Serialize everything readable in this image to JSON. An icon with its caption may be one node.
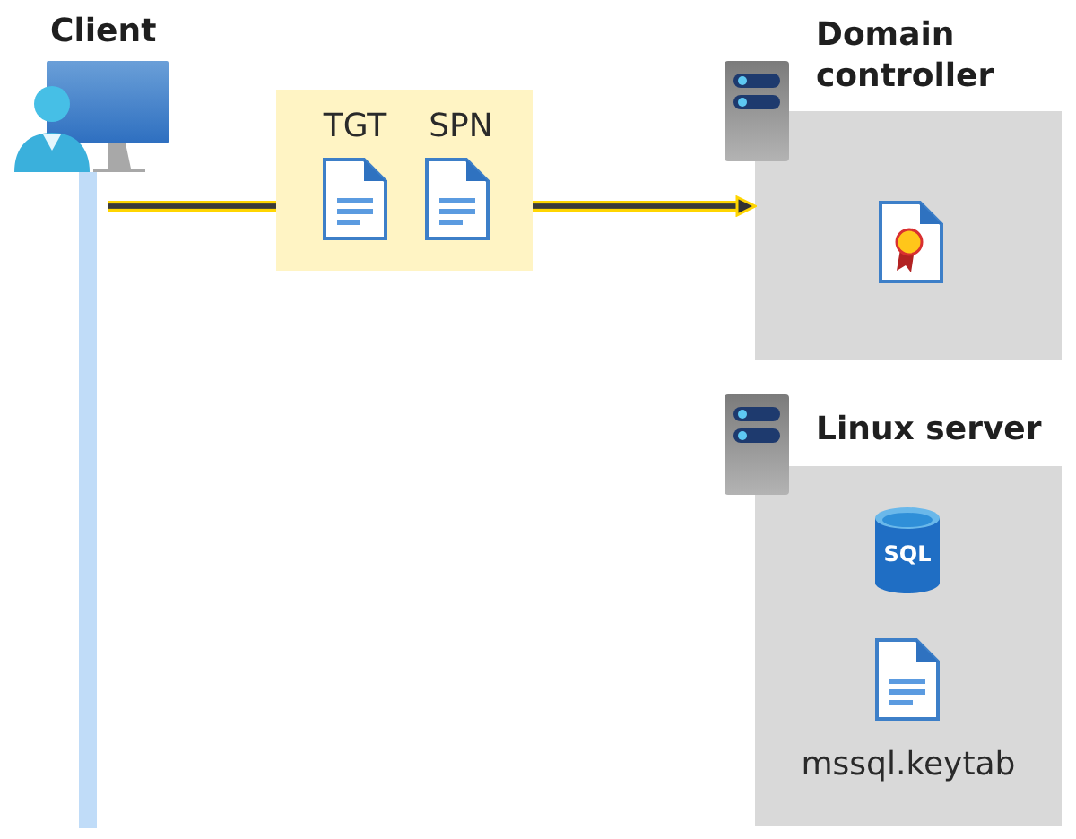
{
  "diagram": {
    "nodes": [
      {
        "text": [
          "Client"
        ]
      },
      {
        "text": [
          "TGT",
          "SPN"
        ]
      },
      {
        "text": [
          "Domain controller"
        ]
      },
      {
        "text": [
          "Linux server"
        ]
      },
      {
        "text": [
          "SQL"
        ],
        "in": 3
      }
    ],
    "edges": [
      {
        "from": 0,
        "to": 1,
        "arrow": "none"
      },
      {
        "from": 1,
        "to": 2,
        "arrow": "to"
      }
    ],
    "labels": [
      "mssql.keytab"
    ]
  }
}
